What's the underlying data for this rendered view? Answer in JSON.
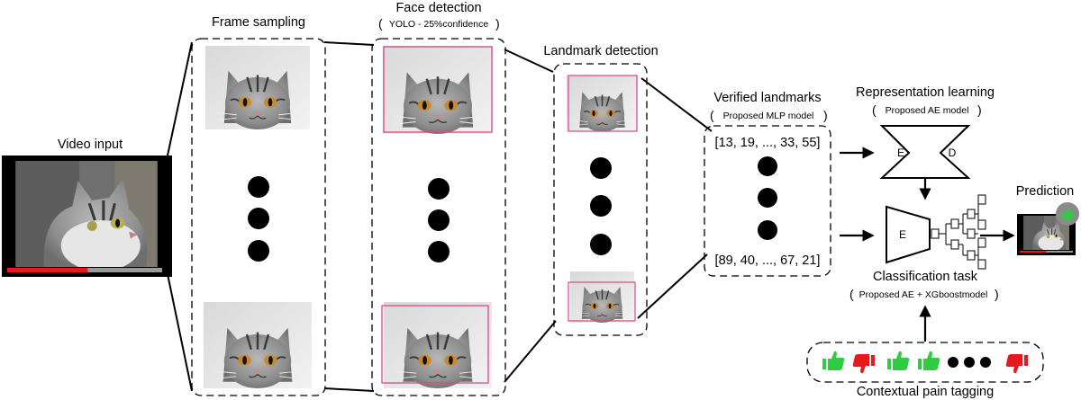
{
  "stages": {
    "video_input": "Video input",
    "frame_sampling": "Frame sampling",
    "face_detection": "Face detection",
    "face_detection_sub": "YOLO - 25%confidence",
    "landmark_detection": "Landmark detection",
    "verified_landmarks": "Verified landmarks",
    "verified_landmarks_sub": "Proposed MLP model",
    "landmarks_first": "[13, 19, ..., 33, 55]",
    "landmarks_last": "[89, 40, ..., 67, 21]",
    "representation_learning": "Representation learning",
    "representation_learning_sub": "Proposed AE model",
    "classification_task": "Classification task",
    "classification_task_sub": "Proposed AE + XGboostmodel",
    "prediction": "Prediction",
    "contextual_pain_tagging": "Contextual pain tagging"
  },
  "autoencoder": {
    "encoder_label": "E",
    "decoder_label": "D"
  },
  "classifier": {
    "encoder_label": "E"
  },
  "video_progress": 0.52,
  "prediction_progress": 0.5,
  "tags": [
    "up",
    "down",
    "up",
    "up",
    "dots",
    "down"
  ],
  "colors": {
    "thumb_up": "#2ecc40",
    "thumb_down": "#e8191c",
    "progress": "#e8191c",
    "progress_track": "#9a9a9a",
    "face_box": "#e0448a",
    "landmark_box": "#e0448a"
  }
}
